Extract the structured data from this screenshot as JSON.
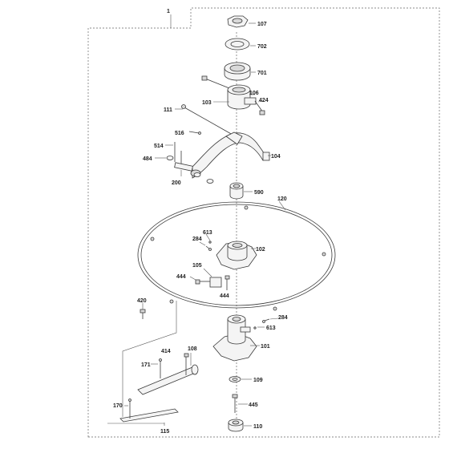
{
  "assembly_label": "1",
  "parts": {
    "p107": "107",
    "p702": "702",
    "p701": "701",
    "p106": "106",
    "p424": "424",
    "p103": "103",
    "p111": "111",
    "p516": "516",
    "p514": "514",
    "p484": "484",
    "p104": "104",
    "p200": "200",
    "p590": "590",
    "p120": "120",
    "p613a": "613",
    "p284a": "284",
    "p102": "102",
    "p105": "105",
    "p444a": "444",
    "p444b": "444",
    "p420": "420",
    "p284b": "284",
    "p613b": "613",
    "p101": "101",
    "p414": "414",
    "p108": "108",
    "p171": "171",
    "p109": "109",
    "p445": "445",
    "p170": "170",
    "p110": "110",
    "p115": "115"
  }
}
